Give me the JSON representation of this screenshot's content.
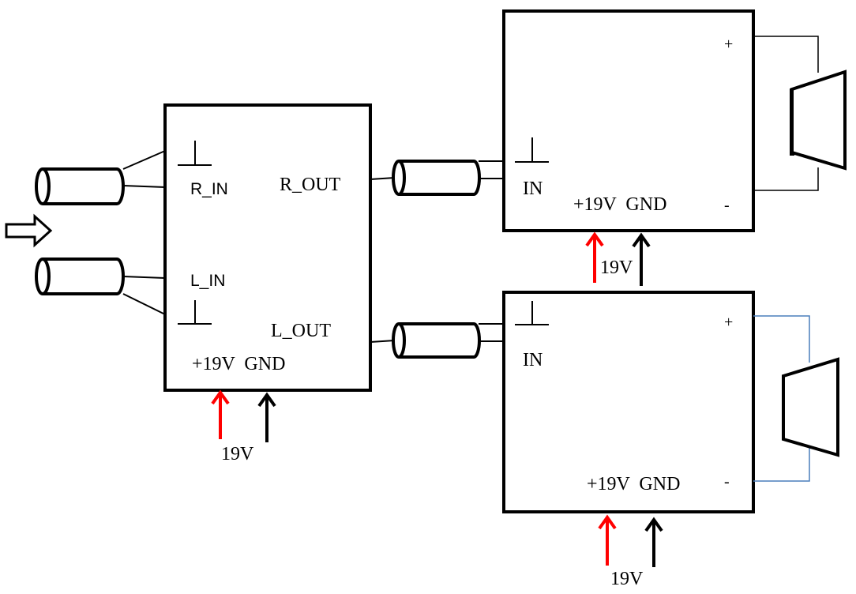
{
  "preamp": {
    "r_in": "R_IN",
    "l_in": "L_IN",
    "r_out": "R_OUT",
    "l_out": "L_OUT",
    "power": "+19V  GND",
    "supply": "19V"
  },
  "amp_top": {
    "input": "IN",
    "power": "+19V  GND",
    "plus": "+",
    "minus": "-",
    "supply": "19V"
  },
  "amp_bottom": {
    "input": "IN",
    "power": "+19V  GND",
    "plus": "+",
    "minus": "-",
    "supply": "19V"
  },
  "colors": {
    "positive_arrow": "#ff0000",
    "ground_arrow": "#000000",
    "bottom_speaker_wire": "#4a7ebb"
  }
}
